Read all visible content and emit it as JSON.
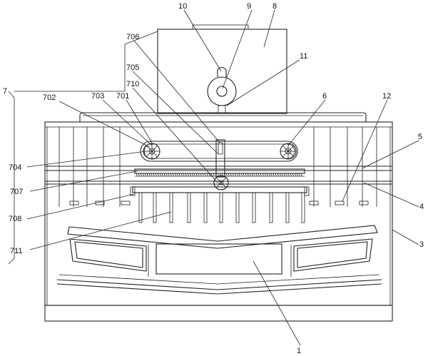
{
  "diagram": {
    "labels": [
      {
        "id": "label-10",
        "text": "10"
      },
      {
        "id": "label-9",
        "text": "9"
      },
      {
        "id": "label-8",
        "text": "8"
      },
      {
        "id": "label-706",
        "text": "706"
      },
      {
        "id": "label-11",
        "text": "11"
      },
      {
        "id": "label-705",
        "text": "705"
      },
      {
        "id": "label-710",
        "text": "710"
      },
      {
        "id": "label-7",
        "text": "7"
      },
      {
        "id": "label-702",
        "text": "702"
      },
      {
        "id": "label-703",
        "text": "703"
      },
      {
        "id": "label-701",
        "text": "701"
      },
      {
        "id": "label-6",
        "text": "6"
      },
      {
        "id": "label-12",
        "text": "12"
      },
      {
        "id": "label-5",
        "text": "5"
      },
      {
        "id": "label-704",
        "text": "704"
      },
      {
        "id": "label-707",
        "text": "707"
      },
      {
        "id": "label-4",
        "text": "4"
      },
      {
        "id": "label-708",
        "text": "708"
      },
      {
        "id": "label-3",
        "text": "3"
      },
      {
        "id": "label-711",
        "text": "711"
      },
      {
        "id": "label-1",
        "text": "1"
      }
    ]
  }
}
